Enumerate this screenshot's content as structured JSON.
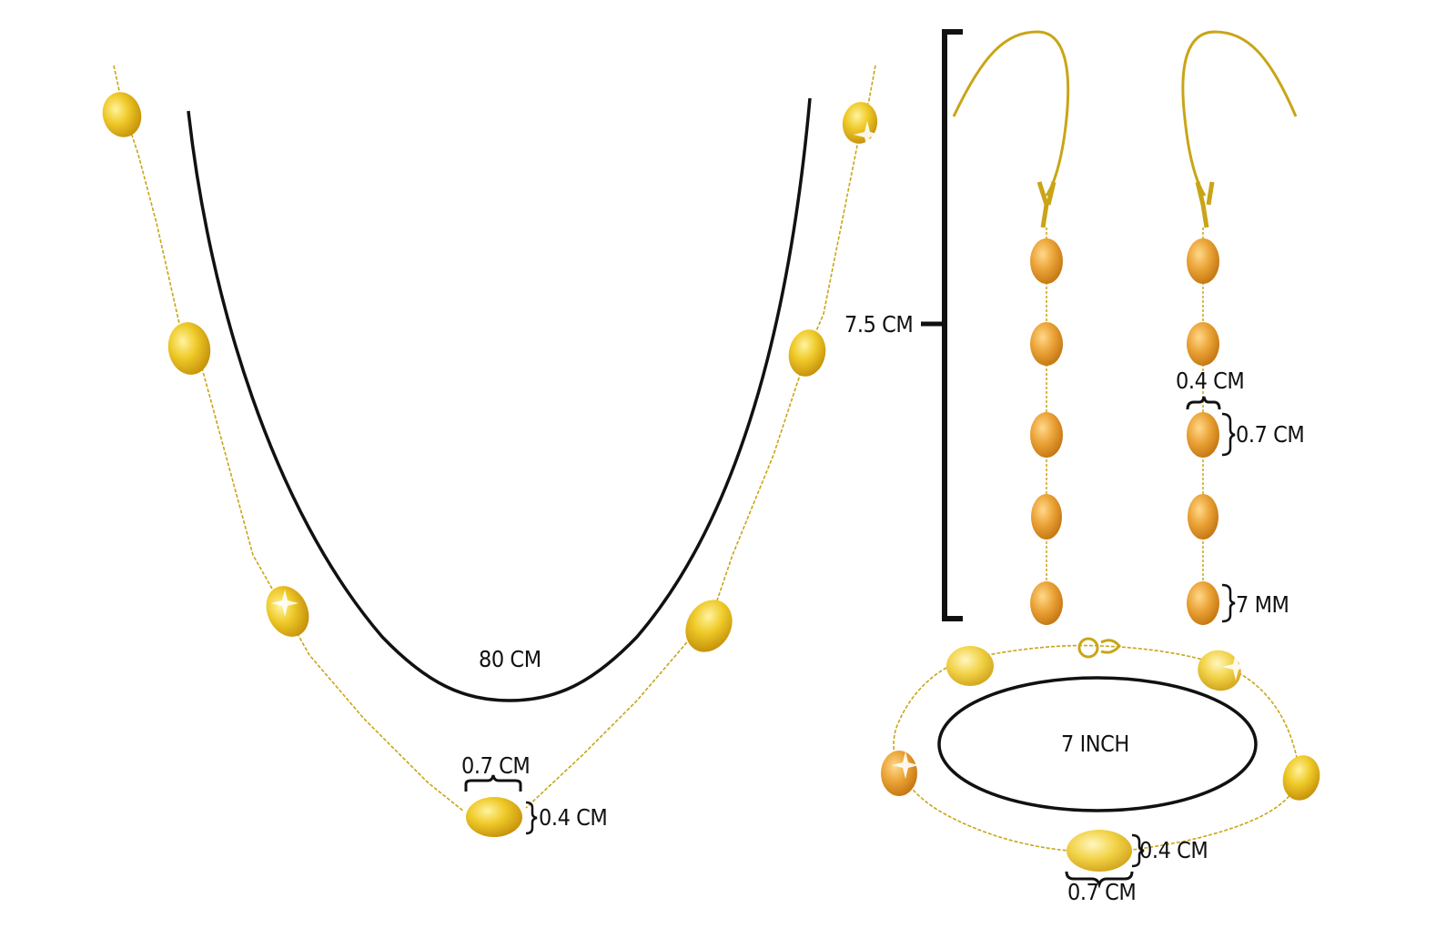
{
  "necklace": {
    "length_label": "80 CM",
    "pearl_width_label": "0.7 CM",
    "pearl_height_label": "0.4 CM"
  },
  "earrings": {
    "length_label": "7.5 CM",
    "pearl_width_label": "0.4 CM",
    "pearl_height_label": "0.7 CM",
    "bottom_pearl_label": "7 MM"
  },
  "bracelet": {
    "length_label": "7 INCH",
    "pearl_height_label": "0.4 CM",
    "pearl_width_label": "0.7 CM"
  },
  "colors": {
    "gold_chain": "#c9a516",
    "yellow_pearl": "#e8c21a",
    "peach_pearl": "#e9a333",
    "outline": "#111111"
  }
}
